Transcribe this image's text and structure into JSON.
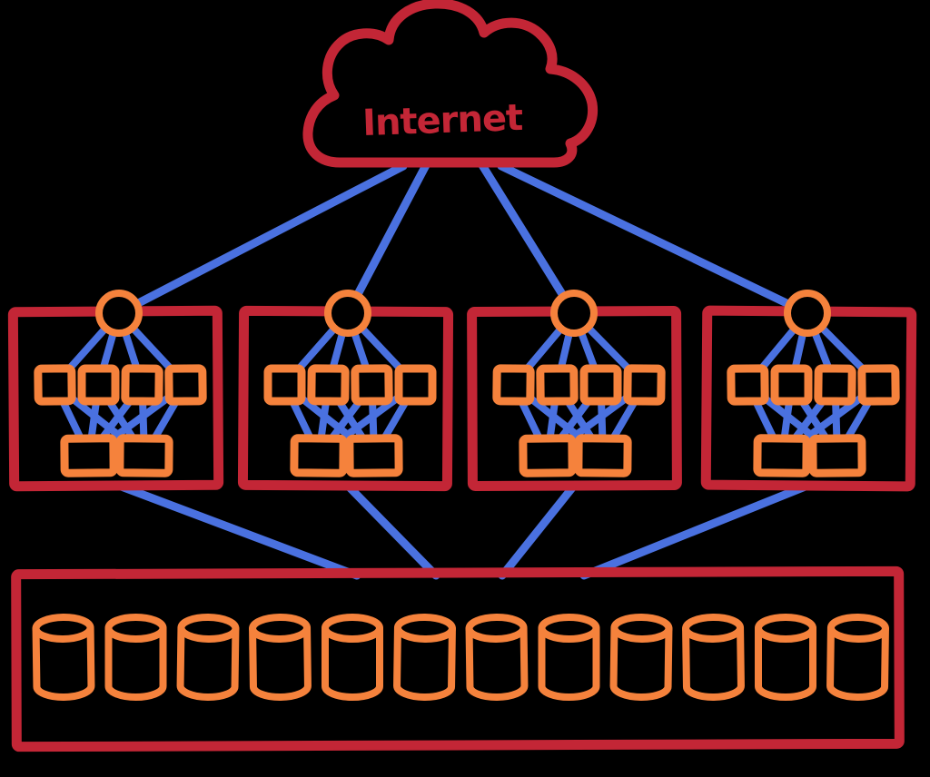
{
  "cloud": {
    "label": "Internet"
  },
  "colors": {
    "background": "#000000",
    "red": "#c32636",
    "orange": "#f5823c",
    "blue": "#4a71e0"
  },
  "diagram": {
    "type": "network-architecture-sketch",
    "internet_links": 4,
    "storage_links": 4,
    "clusters": {
      "count": 4,
      "gateway_nodes_each": 1,
      "server_nodes_each": 4,
      "cache_nodes_each": 2
    },
    "storage": {
      "database_count": 12
    }
  }
}
